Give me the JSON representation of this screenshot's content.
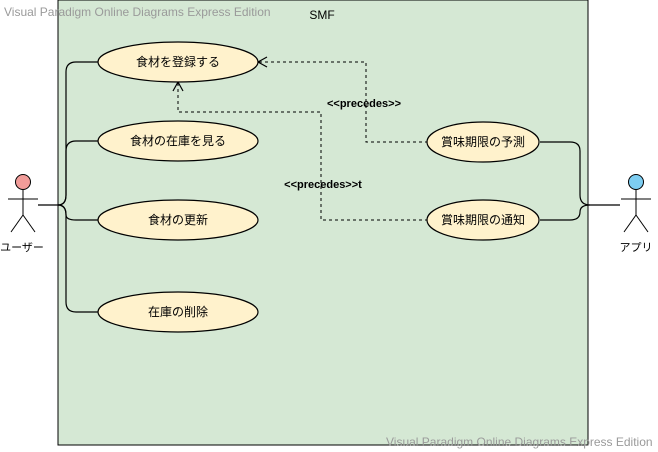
{
  "watermark": "Visual Paradigm Online Diagrams Express Edition",
  "system": {
    "name": "SMF"
  },
  "actors": {
    "user": "ユーザー",
    "app": "アプリ"
  },
  "use_cases": {
    "register": "食材を登録する",
    "view_stock": "食材の在庫を見る",
    "update": "食材の更新",
    "delete": "在庫の削除",
    "predict": "賞味期限の予測",
    "notify": "賞味期限の通知"
  },
  "relations": {
    "predict_label": "<<precedes>>",
    "notify_label": "<<precedes>>t"
  },
  "colors": {
    "boundary_fill": "#d5e8d4",
    "usecase_fill": "#fff2cc",
    "user_head": "#f19c99",
    "app_head": "#7dcdf1"
  }
}
